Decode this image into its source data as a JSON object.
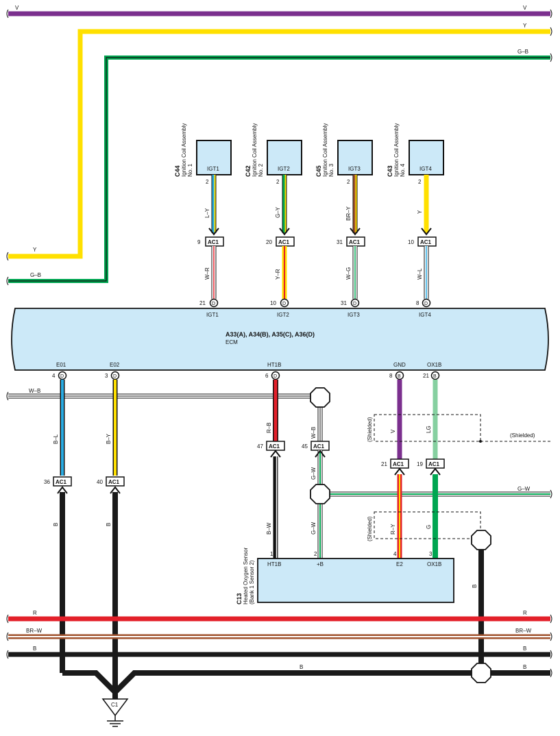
{
  "wires_top": {
    "v": "V",
    "v_right": "V",
    "y_right": "Y",
    "y_left": "Y",
    "gb_right": "G–B",
    "gb_left": "G–B"
  },
  "coils": [
    {
      "code": "C44",
      "name": "Ignition Coil Assembly",
      "no": "No. 1",
      "terminal": "IGT1",
      "pin": "2",
      "upper_wire": "L–Y",
      "conn_pin": "9",
      "connector": "AC1",
      "lower_wire": "W–R",
      "ecm_pin": "21",
      "ecm_conn": "D",
      "ecm_label": "IGT1"
    },
    {
      "code": "C42",
      "name": "Ignition Coil Assembly",
      "no": "No. 2",
      "terminal": "IGT2",
      "pin": "2",
      "upper_wire": "G–Y",
      "conn_pin": "20",
      "connector": "AC1",
      "lower_wire": "Y–R",
      "ecm_pin": "10",
      "ecm_conn": "D",
      "ecm_label": "IGT2"
    },
    {
      "code": "C45",
      "name": "Ignition Coil Assembly",
      "no": "No. 3",
      "terminal": "IGT3",
      "pin": "2",
      "upper_wire": "BR–Y",
      "conn_pin": "31",
      "connector": "AC1",
      "lower_wire": "W–G",
      "ecm_pin": "31",
      "ecm_conn": "D",
      "ecm_label": "IGT3"
    },
    {
      "code": "C43",
      "name": "Ignition Coil Assembly",
      "no": "No. 4",
      "terminal": "IGT4",
      "pin": "2",
      "upper_wire": "Y",
      "conn_pin": "10",
      "connector": "AC1",
      "lower_wire": "W–L",
      "ecm_pin": "8",
      "ecm_conn": "D",
      "ecm_label": "IGT4"
    }
  ],
  "ecm": {
    "title": "A33(A), A34(B), A35(C), A36(D)",
    "name": "ECM",
    "bottom_pins": [
      {
        "label": "E01",
        "pin": "4",
        "conn": "D"
      },
      {
        "label": "E02",
        "pin": "3",
        "conn": "D"
      },
      {
        "label": "HT1B",
        "pin": "6",
        "conn": "D"
      },
      {
        "label": "GND",
        "pin": "8",
        "conn": "B"
      },
      {
        "label": "OX1B",
        "pin": "21",
        "conn": "B"
      }
    ]
  },
  "mid_wires": {
    "wb_left": "W–B",
    "bl": "B–L",
    "by": "B–Y",
    "rb": "R–B",
    "wb_vert": "W–B",
    "v": "V",
    "lg": "LG",
    "shielded_top_left": "(Shielded)",
    "shielded_right": "(Shielded)",
    "gw_upper": "G–W",
    "gw_right": "G–W",
    "gw_lower": "G–W",
    "bw": "B–W",
    "ry": "R–Y",
    "g": "G",
    "shielded_bottom_left": "(Shielded)",
    "b_e01": "B",
    "b_e02": "B",
    "b_right": "B"
  },
  "mid_connectors": [
    {
      "pin": "47",
      "name": "AC1"
    },
    {
      "pin": "45",
      "name": "AC1"
    },
    {
      "pin": "21",
      "name": "AC1"
    },
    {
      "pin": "19",
      "name": "AC1"
    },
    {
      "pin": "36",
      "name": "AC1"
    },
    {
      "pin": "40",
      "name": "AC1"
    }
  ],
  "sensor": {
    "code": "C13",
    "name": "Heated Oxygen Sensor",
    "sub": "(Bank 1 Sensor 2)",
    "pins": [
      {
        "pin": "1",
        "label": "HT1B"
      },
      {
        "pin": "2",
        "label": "+B"
      },
      {
        "pin": "4",
        "label": "E2"
      },
      {
        "pin": "3",
        "label": "OX1B"
      }
    ]
  },
  "wires_bottom": {
    "r_left": "R",
    "r_right": "R",
    "brw_left": "BR–W",
    "brw_right": "BR–W",
    "b_left": "B",
    "b_right": "B",
    "b_lower_mid": "B",
    "b_lower_right": "B"
  },
  "ground": {
    "name": "C1"
  },
  "colors": {
    "violet": "#7b2f8e",
    "yellow": "#ffe000",
    "green": "#00a651",
    "red": "#e3202a",
    "brown": "#a0522d",
    "black": "#1a1a1a",
    "blue": "#29abe2",
    "lightgreen": "#86d0a0",
    "ecm_fill": "#cce9f8"
  }
}
